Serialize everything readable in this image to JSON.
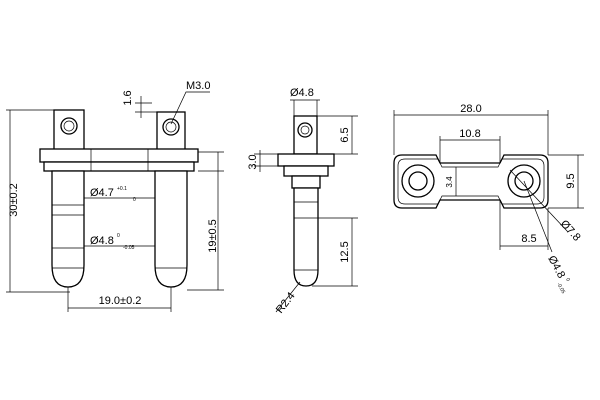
{
  "front_view": {
    "thread": "M3.0",
    "pin_offset": "1.6",
    "overall_height": "30±0.2",
    "pin_length": "19±0.5",
    "pin_spacing": "19.0±0.2",
    "pin_dia_upper": {
      "base": "Ø4.7",
      "tol_upper": "+0.1",
      "tol_lower": "0"
    },
    "pin_dia_lower": {
      "base": "Ø4.8",
      "tol_upper": "0",
      "tol_lower": "-0.05"
    }
  },
  "side_view": {
    "top_dia": "Ø4.8",
    "tab_height": "6.5",
    "flange_height": "3.0",
    "pin_length": "12.5",
    "tip_radius": "R2.4"
  },
  "top_view": {
    "overall_width": "28.0",
    "bridge_width": "10.8",
    "height": "9.5",
    "bridge_thickness": "3.4",
    "offset": "8.5",
    "outer_dia": "Ø7.8",
    "hole_dia": {
      "base": "Ø4.8",
      "tol_upper": "0",
      "tol_lower": "-0.05"
    }
  }
}
